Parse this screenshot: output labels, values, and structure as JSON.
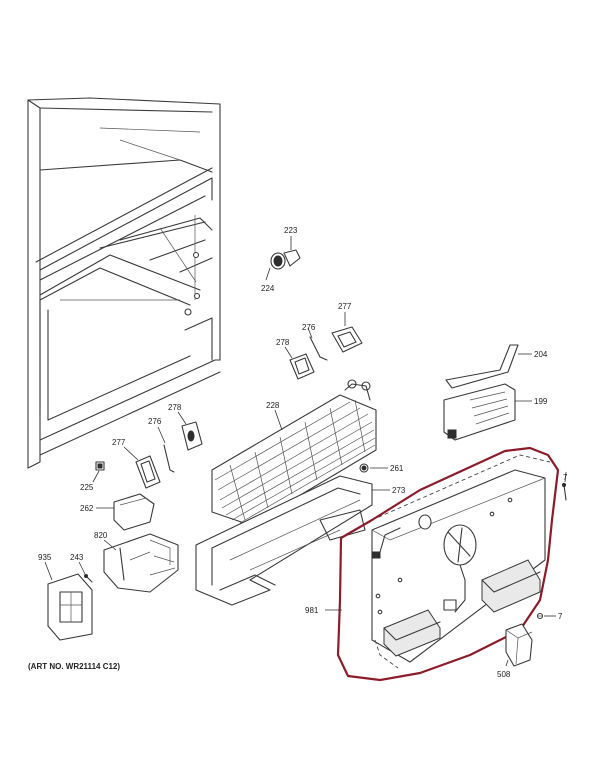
{
  "diagram": {
    "art_number": "(ART NO. WR21114 C12)",
    "callouts": {
      "c223": "223",
      "c224": "224",
      "c277a": "277",
      "c276a": "276",
      "c278a": "278",
      "c204": "204",
      "c199": "199",
      "c228": "228",
      "c278b": "278",
      "c276b": "276",
      "c277b": "277",
      "c225": "225",
      "c261": "261",
      "c273": "273",
      "c262": "262",
      "c820": "820",
      "c935": "935",
      "c243": "243",
      "c981": "981",
      "c7a": "7",
      "c7b": "7",
      "c508": "508"
    },
    "highlight_color": "#8b1c2a"
  }
}
